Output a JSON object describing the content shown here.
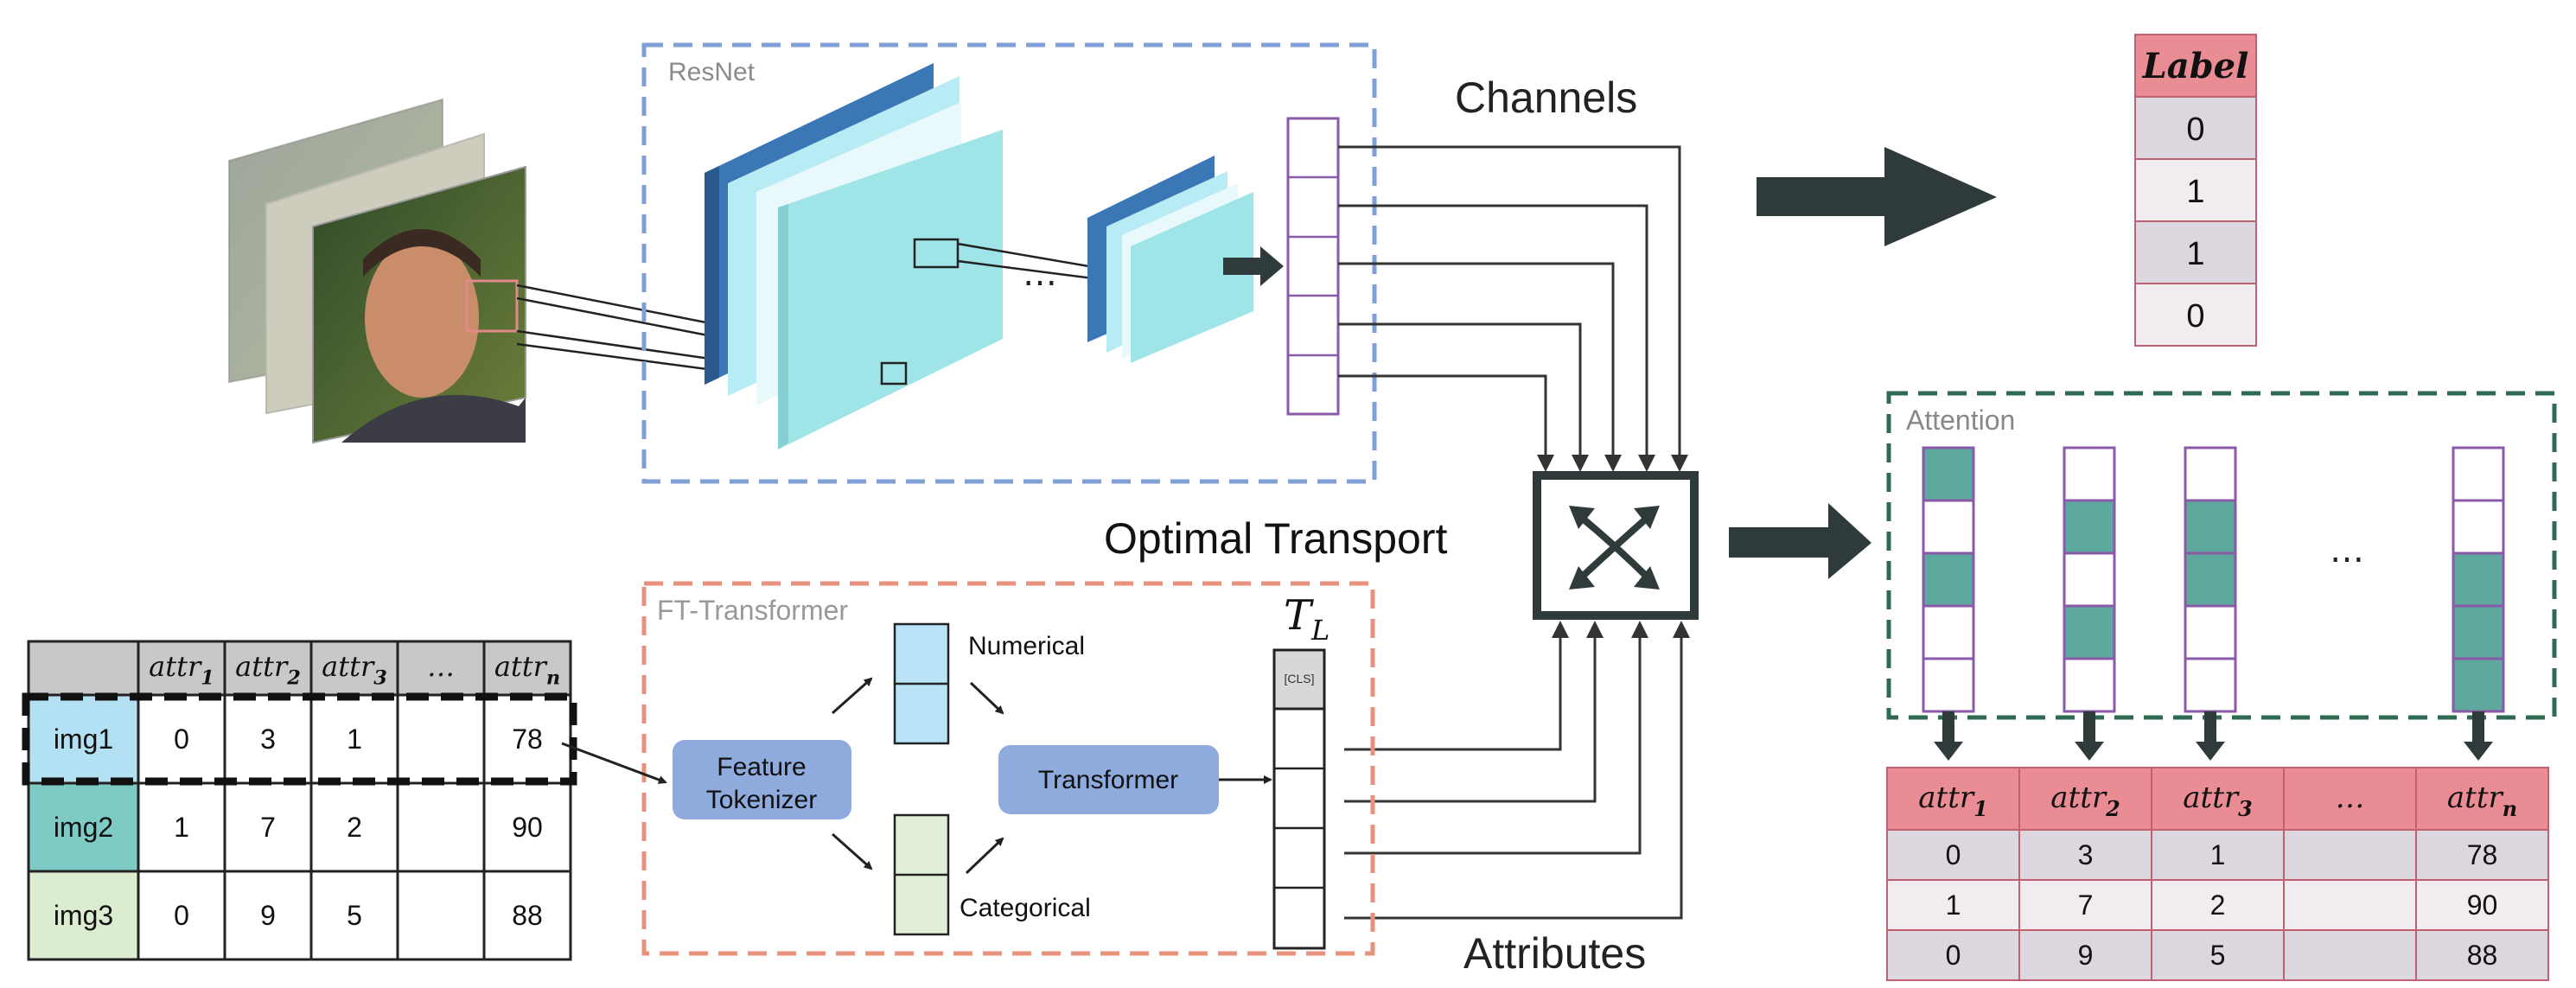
{
  "resnet": {
    "label": "ResNet",
    "ellipsis": "⋯"
  },
  "channels_label": "Channels",
  "attributes_label": "Attributes",
  "optimal_transport_label": "Optimal  Transport",
  "label_table": {
    "header": "Label",
    "values": [
      "0",
      "1",
      "1",
      "0"
    ]
  },
  "attention": {
    "label": "Attention",
    "ellipsis": "⋯",
    "columns": [
      [
        true,
        false,
        true,
        false,
        false
      ],
      [
        false,
        true,
        false,
        true,
        false
      ],
      [
        false,
        true,
        true,
        false,
        false
      ],
      [
        false,
        false,
        true,
        true,
        true
      ]
    ]
  },
  "ft_transformer": {
    "label": "FT-Transformer",
    "feature_tokenizer": [
      "Feature",
      "Tokenizer"
    ],
    "transformer": "Transformer",
    "numerical": "Numerical",
    "categorical": "Categorical",
    "tl_label": "T",
    "tl_sub": "L",
    "cls": "[CLS]"
  },
  "input_table": {
    "headers": [
      {
        "base": "attr",
        "sub": "1"
      },
      {
        "base": "attr",
        "sub": "2"
      },
      {
        "base": "attr",
        "sub": "3"
      },
      {
        "base": "…",
        "sub": ""
      },
      {
        "base": "attr",
        "sub": "n"
      }
    ],
    "rows": [
      {
        "name": "img1",
        "color": "#b3e0f2",
        "values": [
          "0",
          "3",
          "1",
          "",
          "78"
        ]
      },
      {
        "name": "img2",
        "color": "#7ecbc6",
        "values": [
          "1",
          "7",
          "2",
          "",
          "90"
        ]
      },
      {
        "name": "img3",
        "color": "#dcecd0",
        "values": [
          "0",
          "9",
          "5",
          "",
          "88"
        ]
      }
    ]
  },
  "output_table": {
    "headers": [
      {
        "base": "attr",
        "sub": "1"
      },
      {
        "base": "attr",
        "sub": "2"
      },
      {
        "base": "attr",
        "sub": "3"
      },
      {
        "base": "…",
        "sub": ""
      },
      {
        "base": "attr",
        "sub": "n"
      }
    ],
    "rows": [
      [
        "0",
        "3",
        "1",
        "",
        "78"
      ],
      [
        "1",
        "7",
        "2",
        "",
        "90"
      ],
      [
        "0",
        "9",
        "5",
        "",
        "88"
      ]
    ]
  },
  "colors": {
    "resnet_box": "#7f9fd6",
    "ft_box": "#e8917c",
    "attention_box": "#2f6b52",
    "label_table_fill": "#f1dce2",
    "label_table_header": "#ea8c93",
    "teal": "#5fa89d",
    "purple_stroke": "#8a5aa8",
    "dark_arrow": "#2f3b3b",
    "tokenizer_fill": "#8faadc"
  }
}
